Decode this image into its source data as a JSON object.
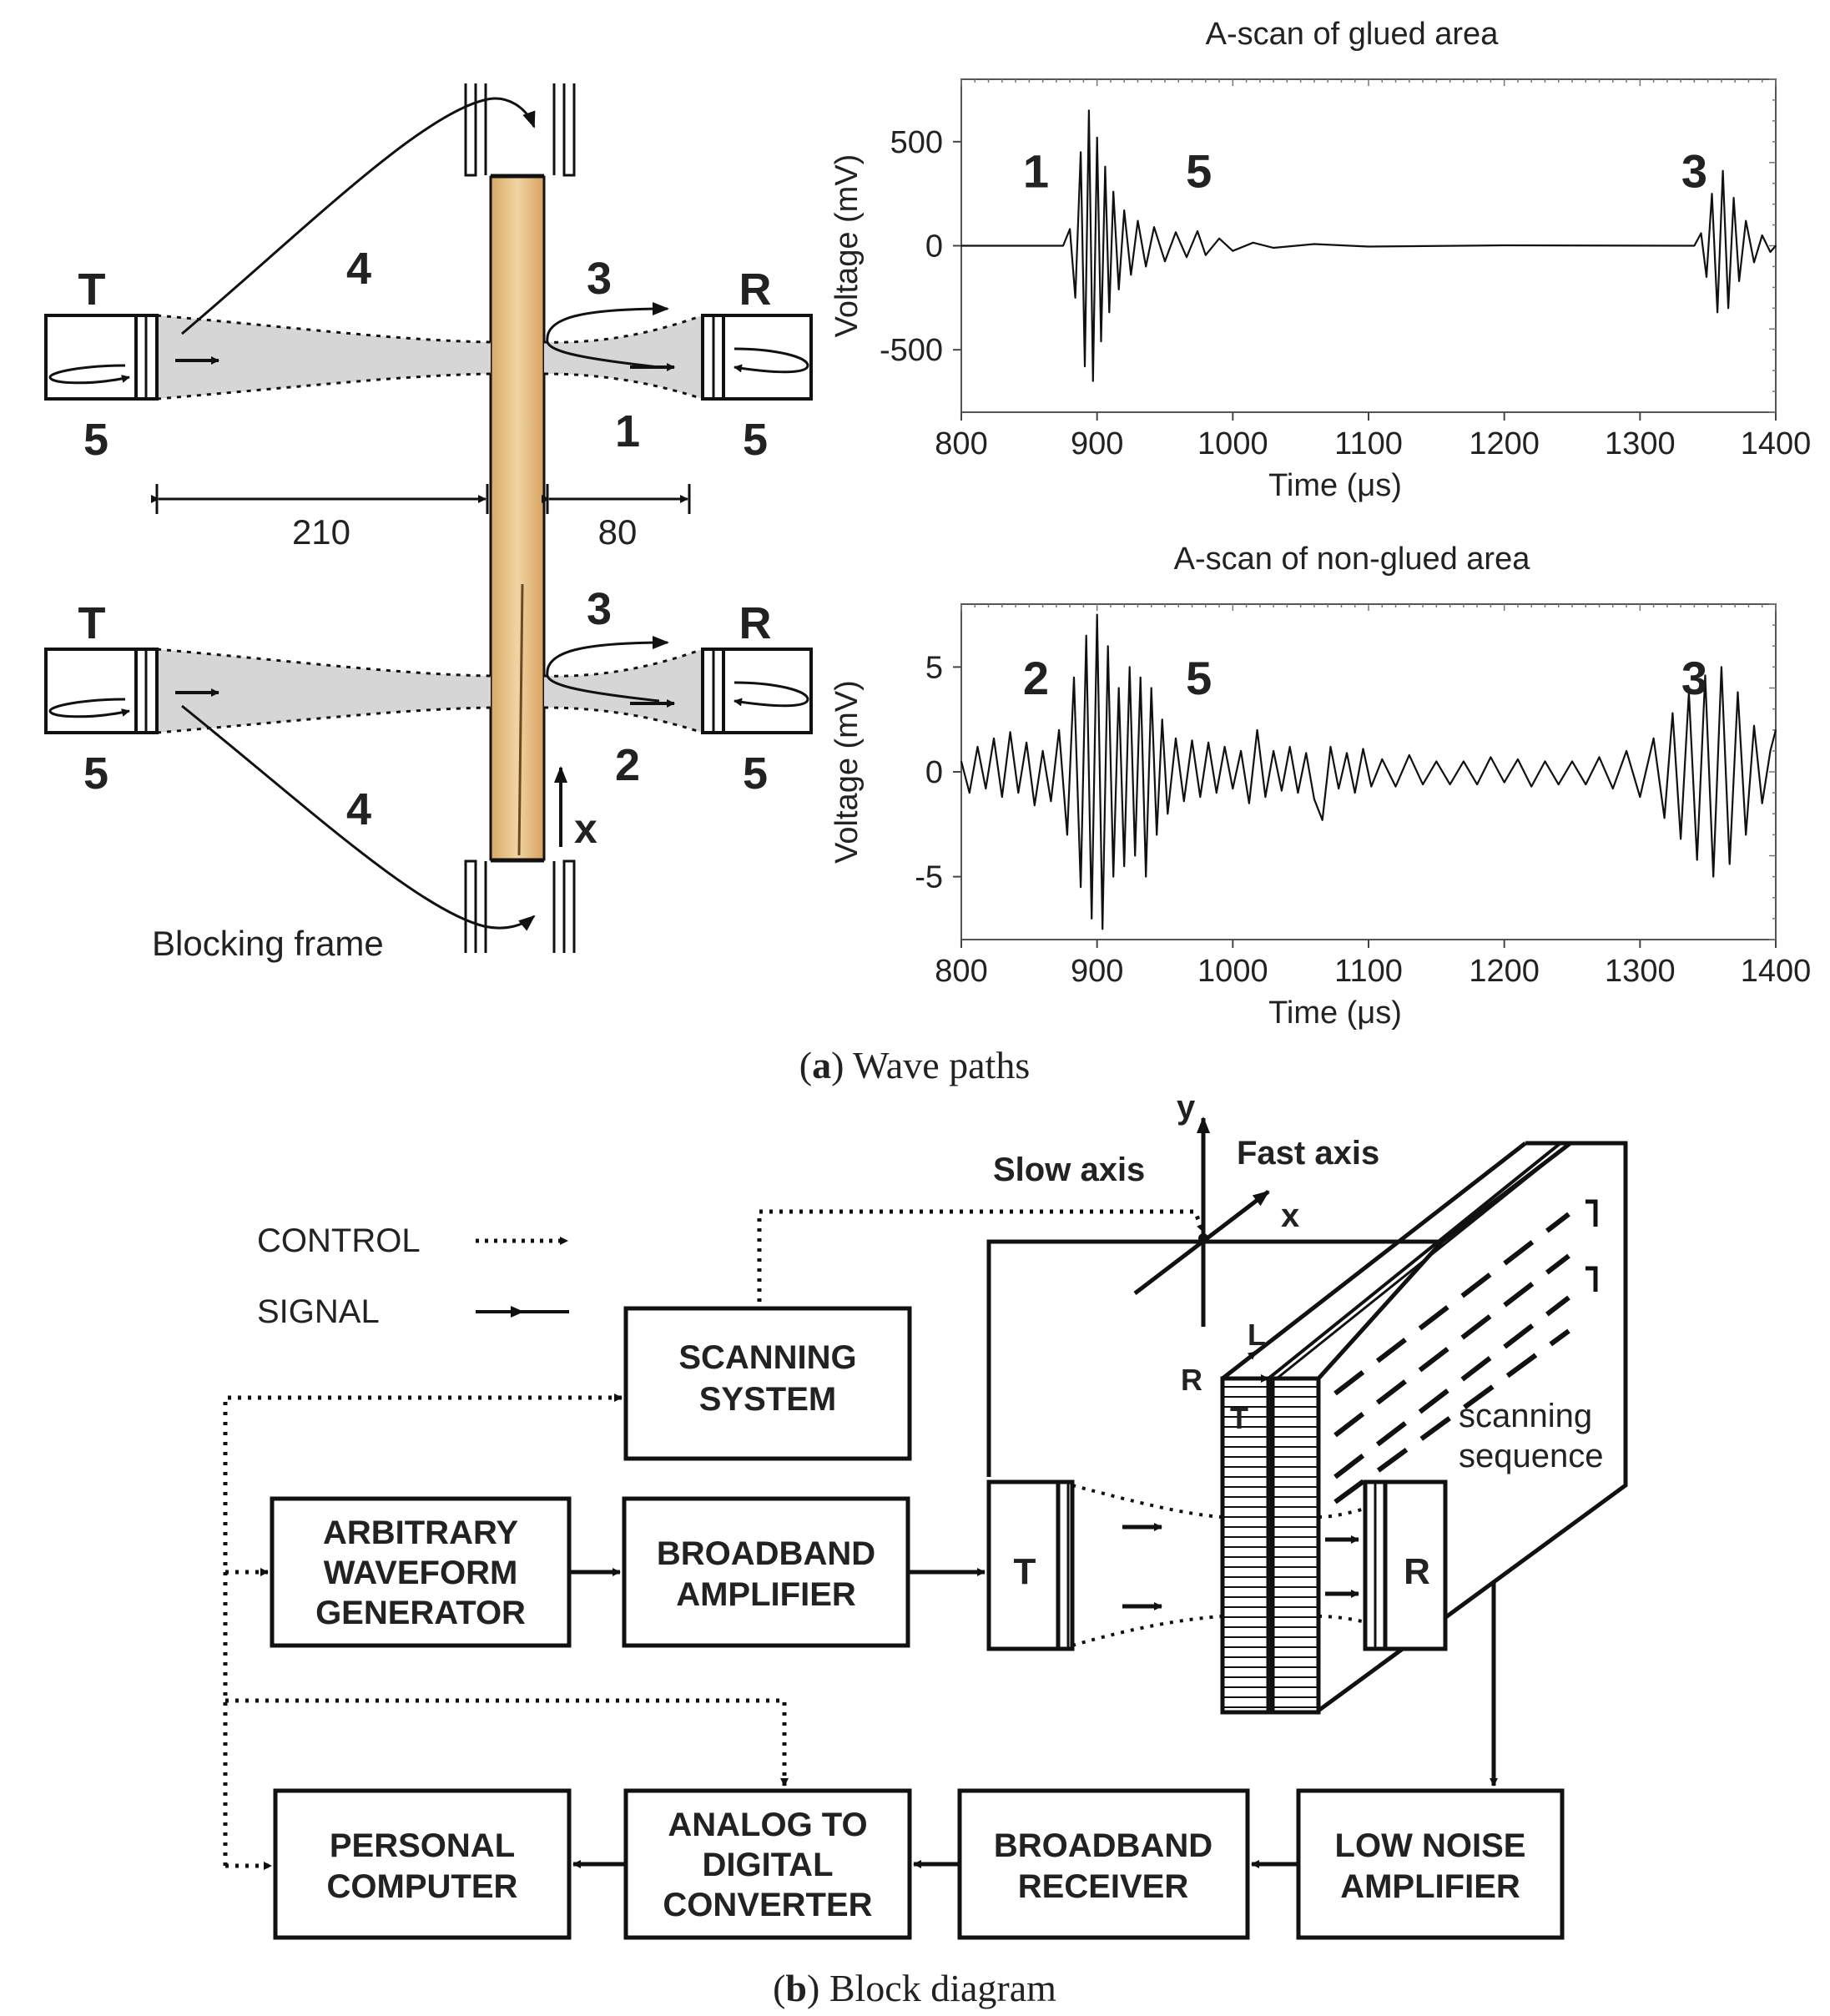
{
  "wave_paths": {
    "transmitter_label": "T",
    "receiver_label": "R",
    "path_labels": {
      "one": "1",
      "two": "2",
      "three": "3",
      "four": "4",
      "five": "5"
    },
    "distance_left": "210",
    "distance_right": "80",
    "axis_label": "x",
    "blocking_frame_label": "Blocking frame",
    "colors": {
      "wood": "#e8c48c",
      "beam": "#d6d6d6"
    }
  },
  "chart_data": [
    {
      "type": "line",
      "title": "A-scan of glued area",
      "xlabel": "Time (μs)",
      "ylabel": "Voltage (mV)",
      "xlim": [
        800,
        1400
      ],
      "ylim": [
        -800,
        800
      ],
      "xticks": [
        800,
        900,
        1000,
        1100,
        1200,
        1300,
        1400
      ],
      "yticks": [
        -500,
        0,
        500
      ],
      "annotations": [
        {
          "text": "1",
          "x": 855,
          "y": 280
        },
        {
          "text": "5",
          "x": 975,
          "y": 280
        },
        {
          "text": "3",
          "x": 1340,
          "y": 280
        }
      ],
      "series": [
        {
          "values": [
            [
              800,
              0
            ],
            [
              875,
              0
            ],
            [
              880,
              80
            ],
            [
              884,
              -250
            ],
            [
              888,
              450
            ],
            [
              891,
              -580
            ],
            [
              894,
              650
            ],
            [
              897,
              -650
            ],
            [
              900,
              520
            ],
            [
              903,
              -460
            ],
            [
              906,
              380
            ],
            [
              909,
              -320
            ],
            [
              912,
              260
            ],
            [
              916,
              -210
            ],
            [
              920,
              170
            ],
            [
              925,
              -140
            ],
            [
              930,
              120
            ],
            [
              936,
              -100
            ],
            [
              942,
              90
            ],
            [
              950,
              -75
            ],
            [
              958,
              65
            ],
            [
              966,
              -55
            ],
            [
              974,
              70
            ],
            [
              980,
              -45
            ],
            [
              990,
              35
            ],
            [
              1000,
              -25
            ],
            [
              1015,
              15
            ],
            [
              1030,
              -10
            ],
            [
              1060,
              8
            ],
            [
              1100,
              -4
            ],
            [
              1200,
              2
            ],
            [
              1340,
              0
            ],
            [
              1345,
              60
            ],
            [
              1349,
              -150
            ],
            [
              1353,
              250
            ],
            [
              1357,
              -320
            ],
            [
              1361,
              360
            ],
            [
              1365,
              -300
            ],
            [
              1369,
              230
            ],
            [
              1373,
              -170
            ],
            [
              1378,
              120
            ],
            [
              1384,
              -80
            ],
            [
              1390,
              50
            ],
            [
              1396,
              -30
            ],
            [
              1400,
              0
            ]
          ]
        }
      ]
    },
    {
      "type": "line",
      "title": "A-scan of non-glued area",
      "xlabel": "Time (μs)",
      "ylabel": "Voltage (mV)",
      "xlim": [
        800,
        1400
      ],
      "ylim": [
        -8,
        8
      ],
      "xticks": [
        800,
        900,
        1000,
        1100,
        1200,
        1300,
        1400
      ],
      "yticks": [
        -5,
        0,
        5
      ],
      "annotations": [
        {
          "text": "2",
          "x": 855,
          "y": 3.7
        },
        {
          "text": "5",
          "x": 975,
          "y": 3.7
        },
        {
          "text": "3",
          "x": 1340,
          "y": 3.7
        }
      ],
      "series": [
        {
          "values": [
            [
              800,
              0.5
            ],
            [
              806,
              -1.0
            ],
            [
              812,
              1.2
            ],
            [
              818,
              -0.8
            ],
            [
              824,
              1.6
            ],
            [
              830,
              -1.2
            ],
            [
              836,
              1.9
            ],
            [
              842,
              -1.0
            ],
            [
              848,
              1.4
            ],
            [
              854,
              -1.6
            ],
            [
              860,
              1.0
            ],
            [
              866,
              -1.4
            ],
            [
              872,
              2.0
            ],
            [
              878,
              -3.0
            ],
            [
              883,
              4.5
            ],
            [
              888,
              -5.5
            ],
            [
              892,
              6.5
            ],
            [
              896,
              -7.0
            ],
            [
              900,
              7.5
            ],
            [
              904,
              -7.5
            ],
            [
              908,
              6.0
            ],
            [
              912,
              -5.0
            ],
            [
              916,
              4.0
            ],
            [
              920,
              -4.5
            ],
            [
              924,
              5.0
            ],
            [
              928,
              -4.0
            ],
            [
              932,
              4.5
            ],
            [
              936,
              -5.0
            ],
            [
              940,
              4.0
            ],
            [
              944,
              -3.0
            ],
            [
              948,
              2.5
            ],
            [
              952,
              -2.0
            ],
            [
              958,
              1.6
            ],
            [
              964,
              -1.4
            ],
            [
              970,
              1.5
            ],
            [
              976,
              -1.2
            ],
            [
              982,
              1.4
            ],
            [
              988,
              -1.0
            ],
            [
              994,
              1.2
            ],
            [
              1000,
              -0.8
            ],
            [
              1006,
              1.0
            ],
            [
              1012,
              -1.5
            ],
            [
              1018,
              2.0
            ],
            [
              1024,
              -1.2
            ],
            [
              1030,
              1.0
            ],
            [
              1036,
              -0.9
            ],
            [
              1042,
              1.2
            ],
            [
              1048,
              -1.0
            ],
            [
              1054,
              0.9
            ],
            [
              1060,
              -1.3
            ],
            [
              1066,
              -2.3
            ],
            [
              1072,
              1.2
            ],
            [
              1078,
              -0.8
            ],
            [
              1084,
              0.9
            ],
            [
              1090,
              -1.0
            ],
            [
              1096,
              1.1
            ],
            [
              1102,
              -0.7
            ],
            [
              1110,
              0.6
            ],
            [
              1120,
              -0.7
            ],
            [
              1130,
              0.8
            ],
            [
              1140,
              -0.6
            ],
            [
              1150,
              0.5
            ],
            [
              1160,
              -0.6
            ],
            [
              1170,
              0.5
            ],
            [
              1180,
              -0.6
            ],
            [
              1190,
              0.7
            ],
            [
              1200,
              -0.5
            ],
            [
              1210,
              0.6
            ],
            [
              1220,
              -0.7
            ],
            [
              1230,
              0.5
            ],
            [
              1240,
              -0.6
            ],
            [
              1250,
              0.5
            ],
            [
              1260,
              -0.6
            ],
            [
              1270,
              0.7
            ],
            [
              1280,
              -0.8
            ],
            [
              1290,
              1.0
            ],
            [
              1300,
              -1.2
            ],
            [
              1310,
              1.6
            ],
            [
              1318,
              -2.2
            ],
            [
              1324,
              2.8
            ],
            [
              1330,
              -3.2
            ],
            [
              1336,
              3.8
            ],
            [
              1342,
              -4.2
            ],
            [
              1348,
              4.6
            ],
            [
              1354,
              -5.0
            ],
            [
              1360,
              5.0
            ],
            [
              1366,
              -4.4
            ],
            [
              1372,
              3.8
            ],
            [
              1378,
              -3.0
            ],
            [
              1384,
              2.2
            ],
            [
              1390,
              -1.5
            ],
            [
              1396,
              1.0
            ],
            [
              1400,
              2.0
            ]
          ]
        }
      ]
    }
  ],
  "captions": {
    "a_letter": "a",
    "a_text": " Wave paths",
    "b_letter": "b",
    "b_text": " Block diagram"
  },
  "block_diagram": {
    "legend": {
      "control": "CONTROL",
      "signal": "SIGNAL"
    },
    "blocks": {
      "scanning_system": [
        "SCANNING",
        "SYSTEM"
      ],
      "arbitrary_waveform_generator": [
        "ARBITRARY",
        "WAVEFORM",
        "GENERATOR"
      ],
      "broadband_amplifier": [
        "BROADBAND",
        "AMPLIFIER"
      ],
      "personal_computer": [
        "PERSONAL",
        "COMPUTER"
      ],
      "analog_to_digital_converter": [
        "ANALOG TO",
        "DIGITAL",
        "CONVERTER"
      ],
      "broadband_receiver": [
        "BROADBAND",
        "RECEIVER"
      ],
      "low_noise_amplifier": [
        "LOW NOISE",
        "AMPLIFIER"
      ]
    },
    "transducer_t": "T",
    "transducer_r": "R",
    "axes": {
      "y": "y",
      "x": "x",
      "slow": "Slow axis",
      "fast": "Fast axis"
    },
    "wood_axes": {
      "l": "L",
      "r": "R",
      "t": "T"
    },
    "scanning_sequence": [
      "scanning",
      "sequence"
    ]
  }
}
